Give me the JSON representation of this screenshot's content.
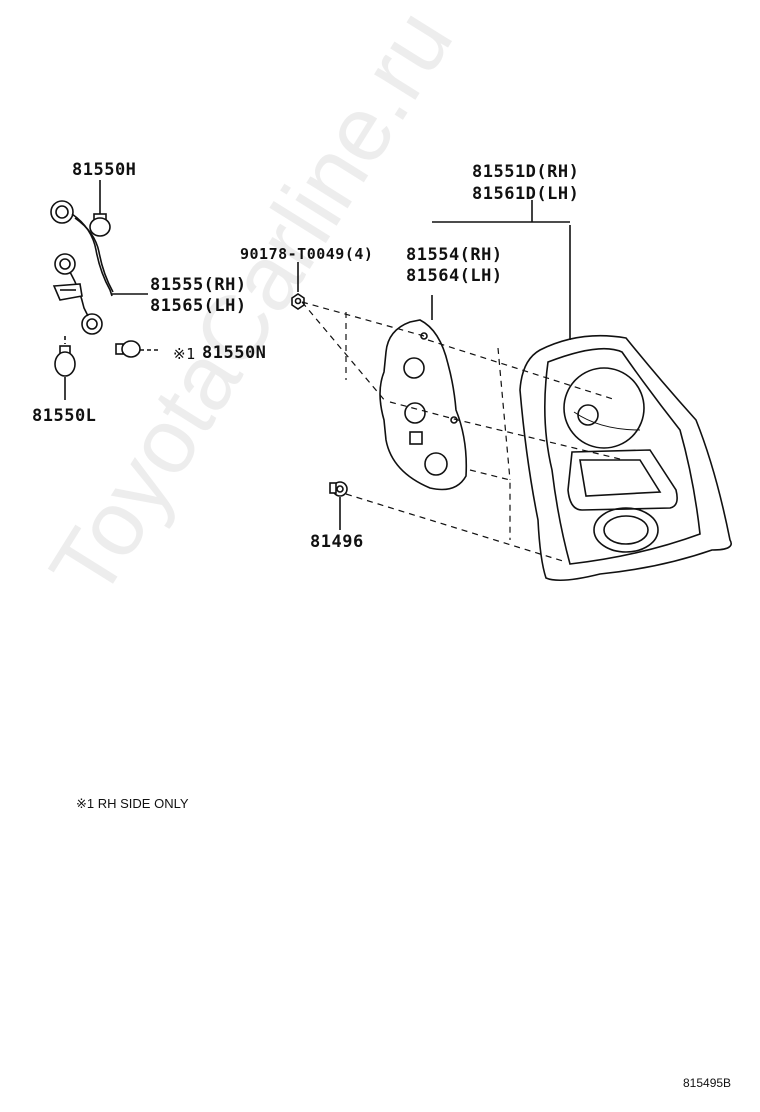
{
  "parts": {
    "bulb_h": "81550H",
    "socket_rh": "81555(RH)",
    "socket_lh": "81565(LH)",
    "bulb_n_mark": "※1",
    "bulb_n": "81550N",
    "bulb_l": "81550L",
    "nut": "90178-T0049(4)",
    "gasket_rh": "81554(RH)",
    "gasket_lh": "81564(LH)",
    "lamp_rh": "81551D(RH)",
    "lamp_lh": "81561D(LH)",
    "clip": "81496"
  },
  "note": "※1 RH SIDE ONLY",
  "figure_id": "815495B",
  "watermark": "ToyotaCarline.ru"
}
